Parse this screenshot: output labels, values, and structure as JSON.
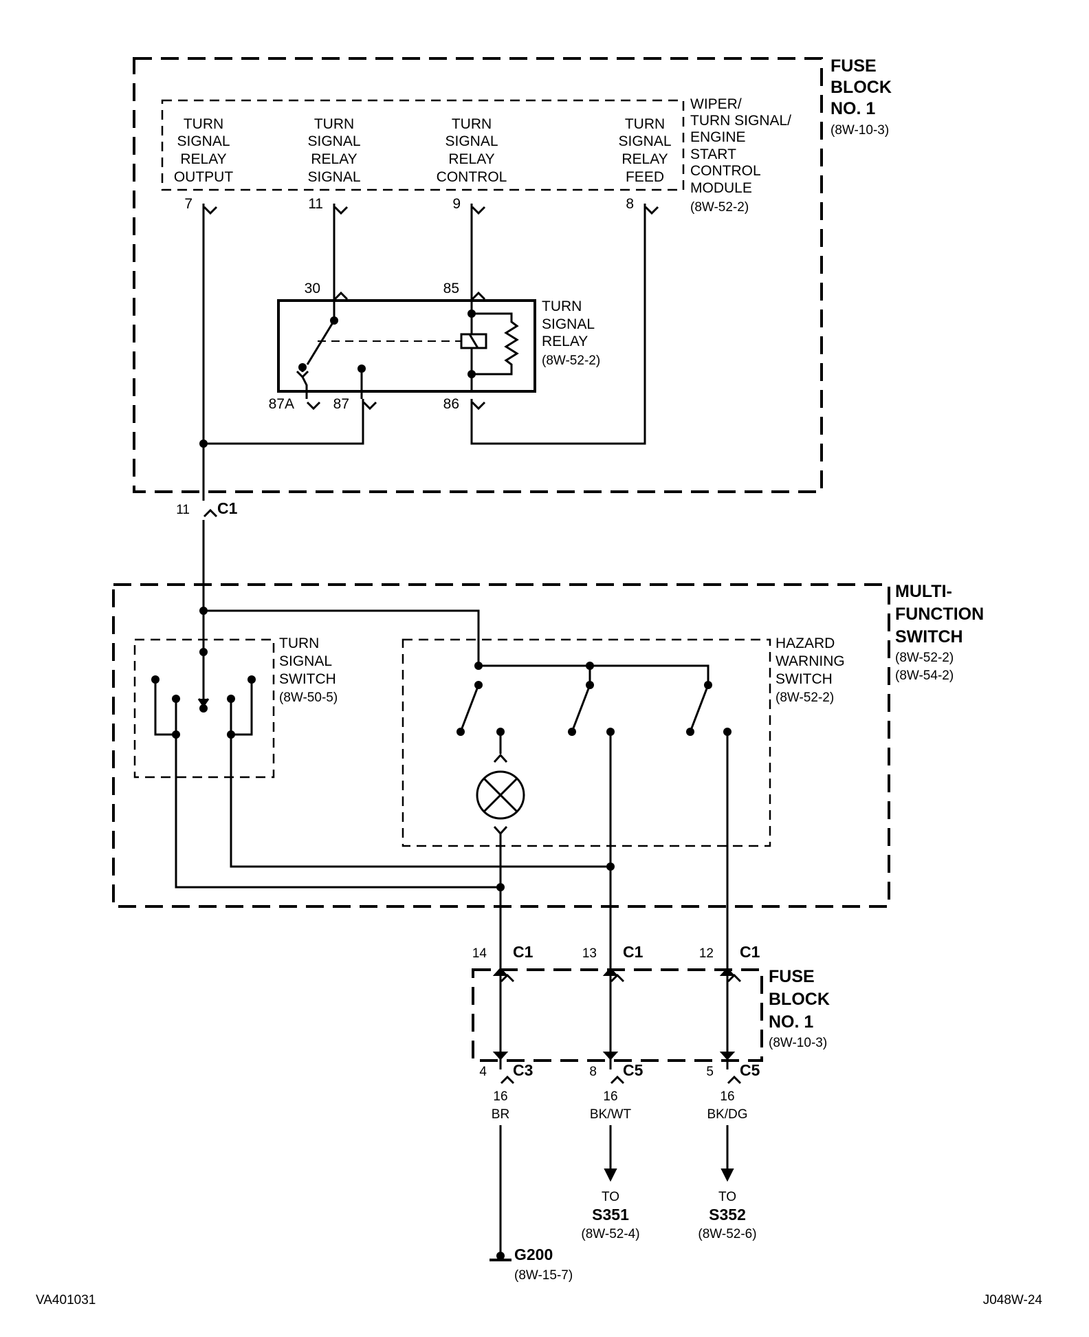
{
  "fuse_block_top": {
    "title": [
      "FUSE",
      "BLOCK",
      "NO. 1"
    ],
    "ref": "(8W-10-3)",
    "module": {
      "name": [
        "WIPER/",
        "TURN SIGNAL/",
        "ENGINE",
        "START",
        "CONTROL",
        "MODULE"
      ],
      "ref": "(8W-52-2)"
    },
    "pins": [
      {
        "label": [
          "TURN",
          "SIGNAL",
          "RELAY",
          "OUTPUT"
        ],
        "num": "7"
      },
      {
        "label": [
          "TURN",
          "SIGNAL",
          "RELAY",
          "SIGNAL"
        ],
        "num": "11"
      },
      {
        "label": [
          "TURN",
          "SIGNAL",
          "RELAY",
          "CONTROL"
        ],
        "num": "9"
      },
      {
        "label": [
          "TURN",
          "SIGNAL",
          "RELAY",
          "FEED"
        ],
        "num": "8"
      }
    ],
    "relay": {
      "name": [
        "TURN",
        "SIGNAL",
        "RELAY"
      ],
      "ref": "(8W-52-2)",
      "terminals": {
        "t30": "30",
        "t85": "85",
        "t87a": "87A",
        "t87": "87",
        "t86": "86"
      }
    },
    "connector": {
      "pin": "11",
      "name": "C1"
    }
  },
  "multifunction_switch": {
    "title": [
      "MULTI-",
      "FUNCTION",
      "SWITCH"
    ],
    "refs": [
      "(8W-52-2)",
      "(8W-54-2)"
    ],
    "turn_switch": {
      "name": [
        "TURN",
        "SIGNAL",
        "SWITCH"
      ],
      "ref": "(8W-50-5)"
    },
    "hazard_switch": {
      "name": [
        "HAZARD",
        "WARNING",
        "SWITCH"
      ],
      "ref": "(8W-52-2)"
    }
  },
  "fuse_block_bottom": {
    "title": [
      "FUSE",
      "BLOCK",
      "NO. 1"
    ],
    "ref": "(8W-10-3)",
    "top_connectors": [
      {
        "pin": "14",
        "name": "C1"
      },
      {
        "pin": "13",
        "name": "C1"
      },
      {
        "pin": "12",
        "name": "C1"
      }
    ],
    "bottom_connectors": [
      {
        "pin": "4",
        "name": "C3"
      },
      {
        "pin": "8",
        "name": "C5"
      },
      {
        "pin": "5",
        "name": "C5"
      }
    ]
  },
  "wires": [
    {
      "gauge": "16",
      "color": "BR"
    },
    {
      "gauge": "16",
      "color": "BK/WT"
    },
    {
      "gauge": "16",
      "color": "BK/DG"
    }
  ],
  "destinations": [
    {
      "to": "TO",
      "name": "S351",
      "ref": "(8W-52-4)"
    },
    {
      "to": "TO",
      "name": "S352",
      "ref": "(8W-52-6)"
    }
  ],
  "ground": {
    "name": "G200",
    "ref": "(8W-15-7)"
  },
  "footer": {
    "left": "VA401031",
    "right": "J048W-24"
  }
}
